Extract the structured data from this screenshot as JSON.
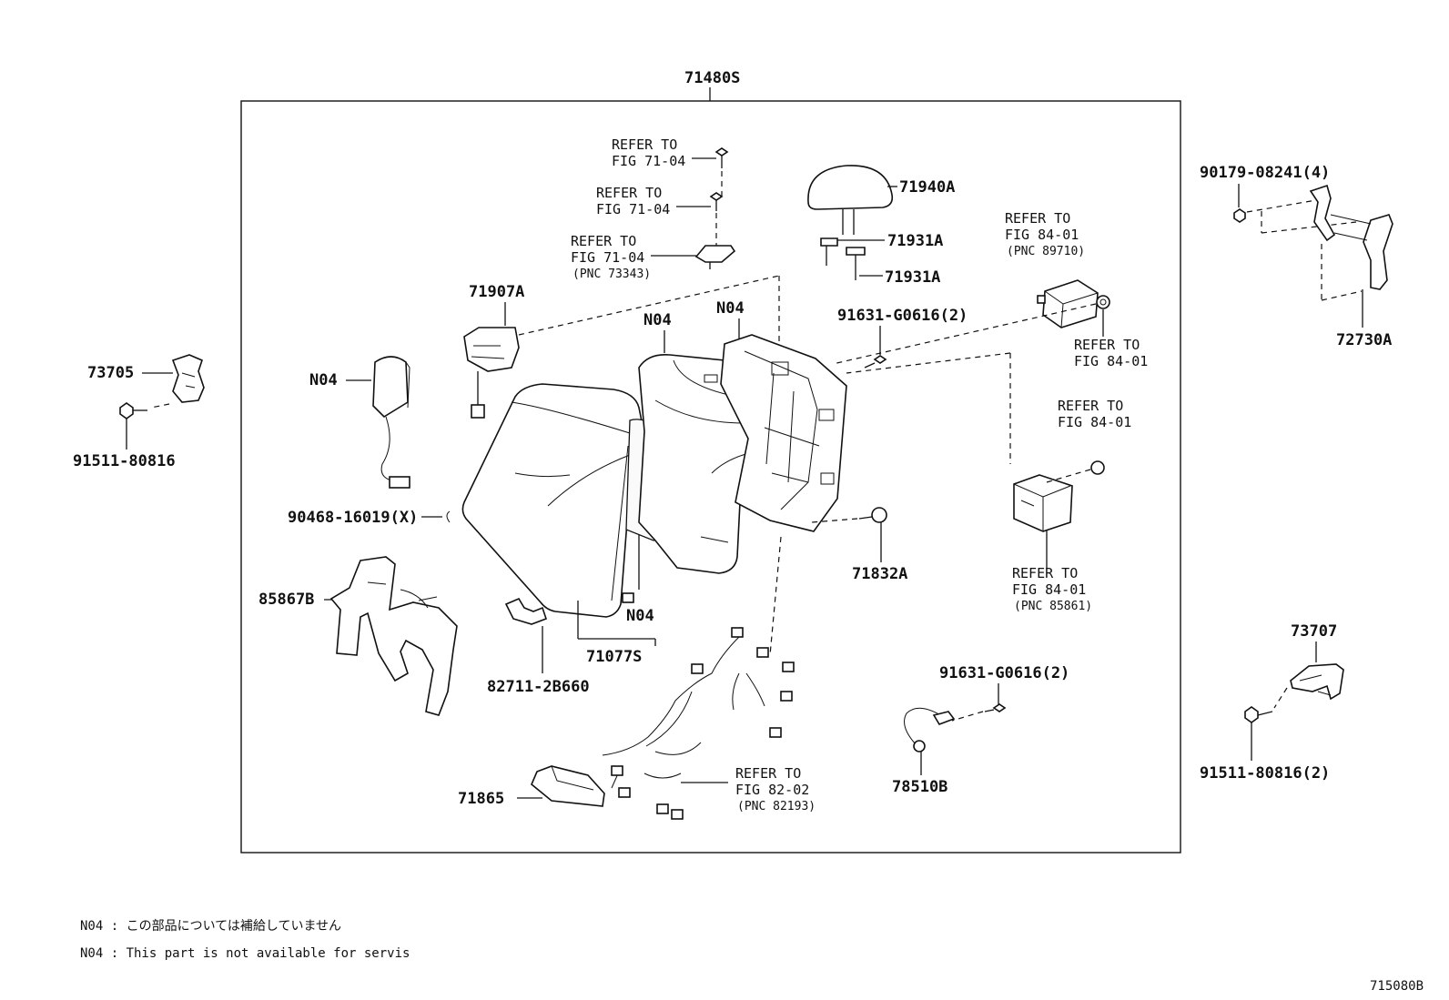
{
  "assembly_label": "71480S",
  "part_labels": {
    "p71940A": "71940A",
    "p71931A_1": "71931A",
    "p71931A_2": "71931A",
    "p71907A": "71907A",
    "n04_a": "N04",
    "n04_b": "N04",
    "n04_c": "N04",
    "n04_d": "N04",
    "p91631_a": "91631-G0616(2)",
    "p91631_b": "91631-G0616(2)",
    "p90179": "90179-08241(4)",
    "p72730A": "72730A",
    "p73705": "73705",
    "p91511_a": "91511-80816",
    "p90468": "90468-16019(X)",
    "p85867B": "85867B",
    "p82711": "82711-2B660",
    "p71077S": "71077S",
    "p71832A": "71832A",
    "p73707": "73707",
    "p91511_b": "91511-80816(2)",
    "p78510B": "78510B",
    "p71865": "71865"
  },
  "refer": {
    "r1": {
      "line1": "REFER TO",
      "line2": "FIG 71-04"
    },
    "r2": {
      "line1": "REFER TO",
      "line2": "FIG 71-04"
    },
    "r3": {
      "line1": "REFER TO",
      "line2": "FIG 71-04",
      "pnc": "(PNC 73343)"
    },
    "r4": {
      "line1": "REFER TO",
      "line2": "FIG 84-01",
      "pnc": "(PNC 89710)"
    },
    "r5": {
      "line1": "REFER TO",
      "line2": "FIG 84-01"
    },
    "r6": {
      "line1": "REFER TO",
      "line2": "FIG 84-01"
    },
    "r7": {
      "line1": "REFER TO",
      "line2": "FIG 84-01",
      "pnc": "(PNC 85861)"
    },
    "r8": {
      "line1": "REFER TO",
      "line2": "FIG 82-02",
      "pnc": "(PNC 82193)"
    }
  },
  "notes": {
    "jp": "N04 : この部品については補給していません",
    "en": "N04 : This part is not available for servis"
  },
  "figure_id": "715080B"
}
